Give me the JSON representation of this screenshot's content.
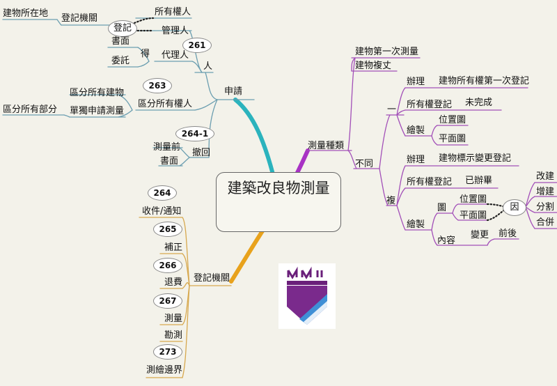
{
  "center": "建築改良物測量",
  "branch_apply": {
    "label": "申請",
    "location": "建物所在地",
    "registry_office": "登記機關",
    "register": "登記",
    "owner": "所有權人",
    "manager": "管理人",
    "written": "書面",
    "entrust": "委託",
    "may": "得",
    "agent": "代理人",
    "person": "人",
    "art_261": "261",
    "art_263": "263",
    "div_all_bldg": "區分所有建物",
    "div_part": "區分所有部分",
    "single_apply": "單獨申請測量",
    "div_owner": "區分所有權人",
    "art_264_1": "264-1",
    "before_survey": "測量前",
    "written2": "書面",
    "withdraw": "撤回"
  },
  "branch_types": {
    "label": "測量種類",
    "first_survey": "建物第一次測量",
    "retrace": "建物複丈",
    "diff": "不同",
    "one": "一",
    "process1": "辦理",
    "process1_val": "建物所有權第一次登記",
    "owner_reg1": "所有權登記",
    "not_done": "未完成",
    "draw1": "繪製",
    "pos_map1": "位置圖",
    "plan_map1": "平面圖",
    "dup": "複",
    "process2": "辦理",
    "process2_val": "建物標示變更登記",
    "owner_reg2": "所有權登記",
    "done": "已辦畢",
    "draw2": "繪製",
    "map": "圖",
    "pos_map2": "位置圖",
    "plan_map2": "平面圖",
    "content": "內容",
    "change": "變更",
    "before_after": "前後",
    "cause": "因",
    "rebuild": "改建",
    "extend": "增建",
    "split": "分割",
    "merge": "合併"
  },
  "branch_office": {
    "label": "登記機關",
    "art_264": "264",
    "receive": "收件/通知",
    "art_265": "265",
    "supplement": "補正",
    "art_266": "266",
    "refund": "退費",
    "art_267": "267",
    "survey": "測量",
    "survey2": "勘測",
    "art_273": "273",
    "boundary": "測繪邊界"
  },
  "colors": {
    "apply_branch": "#2bb3bd",
    "types_branch": "#a832c4",
    "office_branch": "#e8a21c",
    "apply_lines": "#6b9eb0",
    "types_lines": "#a24fb8",
    "office_lines": "#d7a84e"
  }
}
